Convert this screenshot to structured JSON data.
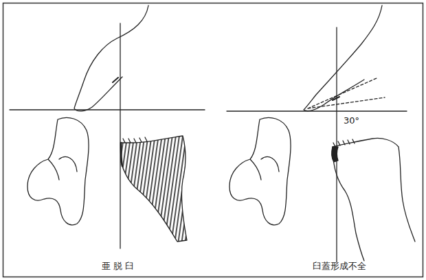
{
  "diagram": {
    "labels": [
      "30°",
      "亜 脱 臼",
      "臼蓋形成不全"
    ]
  }
}
